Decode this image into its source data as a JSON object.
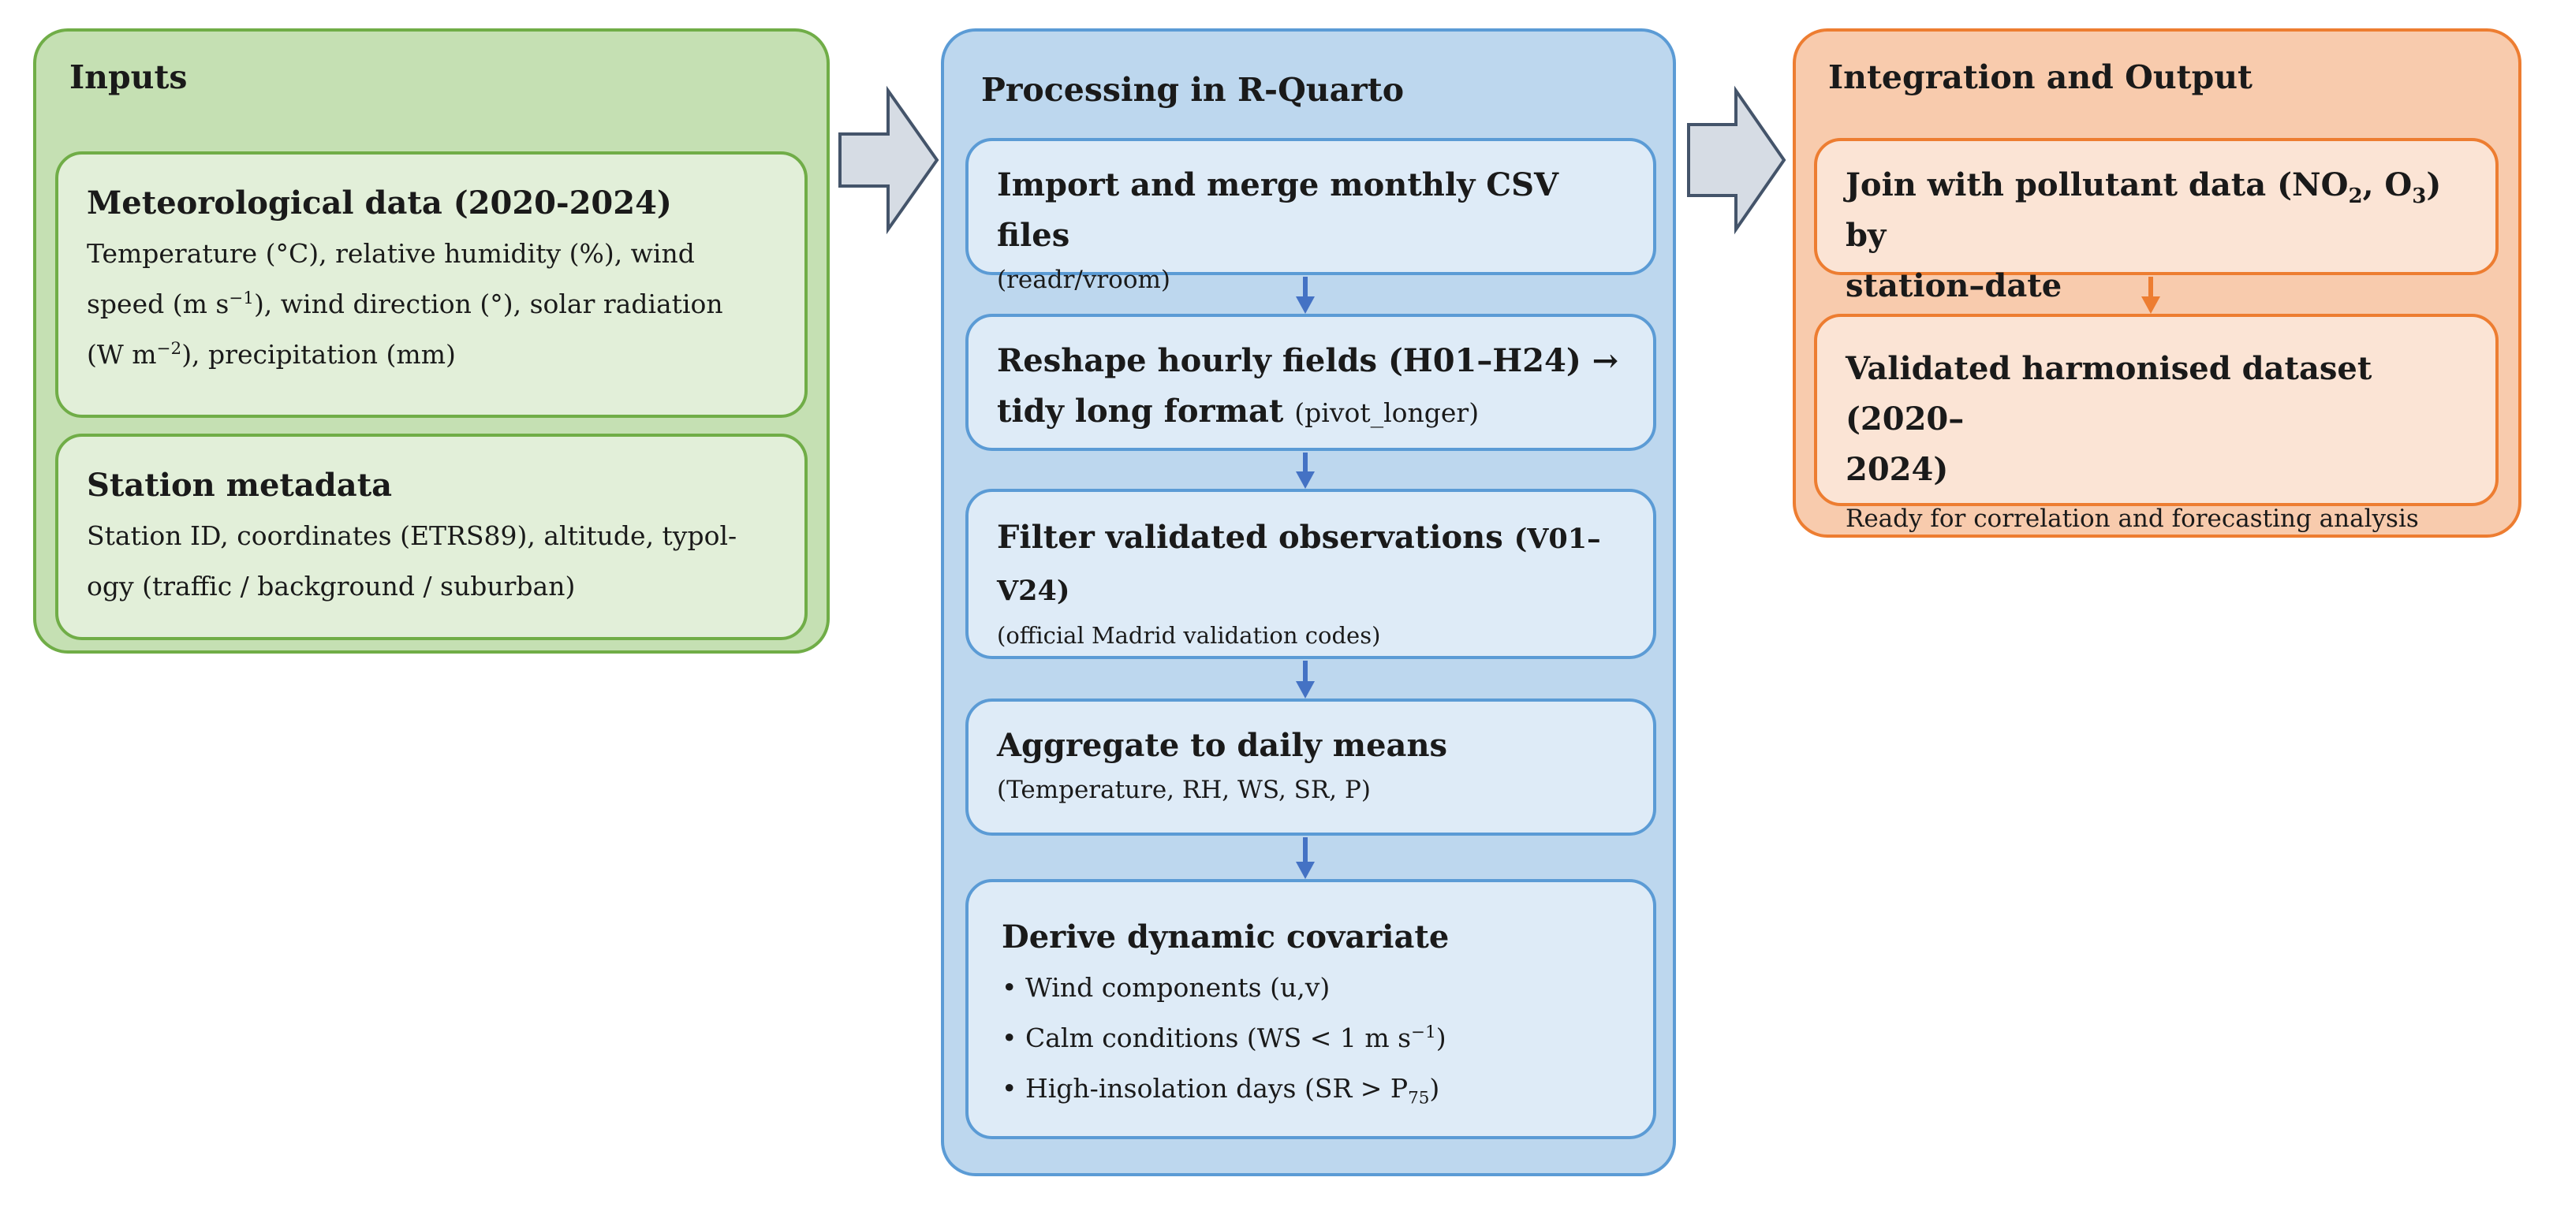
{
  "inputs": {
    "title": "Inputs",
    "meteo": {
      "title": "Meteorological data (2020-2024)",
      "line1": "Temperature (°C), relative humidity (%), wind",
      "line2_a": "speed (m s",
      "line2_sup": "−1",
      "line2_b": "), wind direction (°), solar radiation",
      "line3_a": "(W m",
      "line3_sup": "−2",
      "line3_b": "), precipitation (mm)"
    },
    "station": {
      "title": "Station metadata",
      "line1": "Station ID, coordinates (ETRS89), altitude, typol-",
      "line2": "ogy (traffic / background / suburban)"
    }
  },
  "processing": {
    "title": "Processing in R-Quarto",
    "step1": {
      "title": "Import and merge monthly CSV files",
      "sub": "(readr/vroom)"
    },
    "step2": {
      "title_line1": "Reshape hourly fields (H01–H24) →",
      "title_line2": "tidy long format",
      "inline_sub": "(pivot_longer)"
    },
    "step3": {
      "title": "Filter validated observations",
      "title_suffix": "(V01–V24)",
      "sub": "(official Madrid validation codes)"
    },
    "step4": {
      "title": "Aggregate to daily means",
      "sub": "(Temperature, RH, WS, SR, P)"
    },
    "step5": {
      "title": "Derive dynamic covariate",
      "bullet1": "Wind components (u,v)",
      "bullet2_a": "Calm conditions (WS < 1 m s",
      "bullet2_sup": "−1",
      "bullet2_b": ")",
      "bullet3_a": "High-insolation days (SR > P",
      "bullet3_sub": "75",
      "bullet3_b": ")"
    }
  },
  "output": {
    "title": "Integration and Output",
    "join": {
      "text_a": "Join with pollutant data (NO",
      "sub1": "2",
      "text_b": ", O",
      "sub2": "3",
      "text_c": ") by",
      "line2": "station–date"
    },
    "dataset": {
      "title_line1": "Validated harmonised dataset (2020–",
      "title_line2": "2024)",
      "sub": "Ready for correlation and forecasting analysis"
    }
  },
  "colors": {
    "inputs_fill": "#c5e0b3",
    "inputs_border": "#70ad47",
    "processing_fill": "#bdd7ee",
    "processing_border": "#5b9bd5",
    "output_fill": "#f8cbad",
    "output_border": "#ed7d31",
    "big_arrow_fill": "#d6dce4",
    "big_arrow_border": "#44546a",
    "flow_arrow_blue": "#4472c4",
    "flow_arrow_orange": "#ed7d31"
  }
}
